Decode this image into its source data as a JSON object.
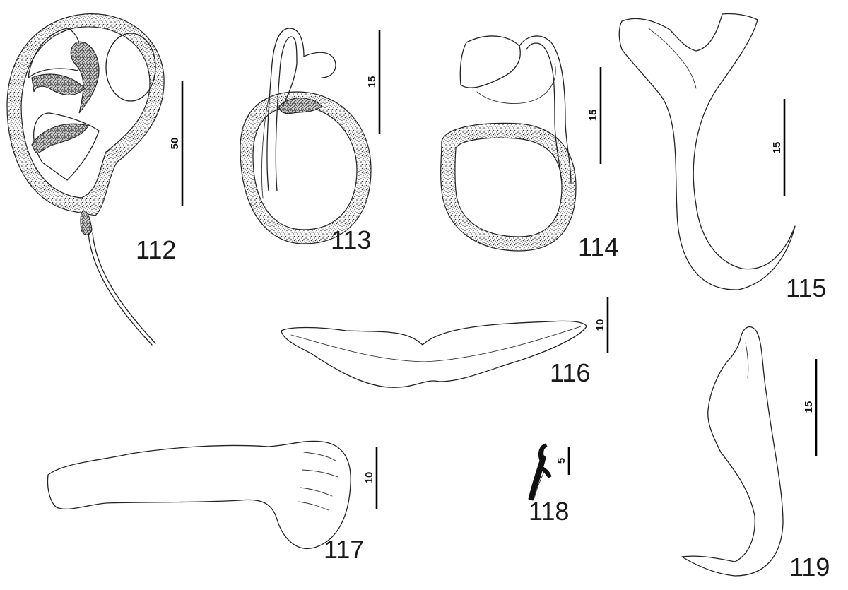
{
  "figures": [
    {
      "id": "112",
      "label": "112",
      "scale_label": "50"
    },
    {
      "id": "113",
      "label": "113",
      "scale_label": "15"
    },
    {
      "id": "114",
      "label": "114",
      "scale_label": "15"
    },
    {
      "id": "115",
      "label": "115",
      "scale_label": "15"
    },
    {
      "id": "116",
      "label": "116",
      "scale_label": "10"
    },
    {
      "id": "117",
      "label": "117",
      "scale_label": "10"
    },
    {
      "id": "118",
      "label": "118",
      "scale_label": "5"
    },
    {
      "id": "119",
      "label": "119",
      "scale_label": "15"
    }
  ]
}
